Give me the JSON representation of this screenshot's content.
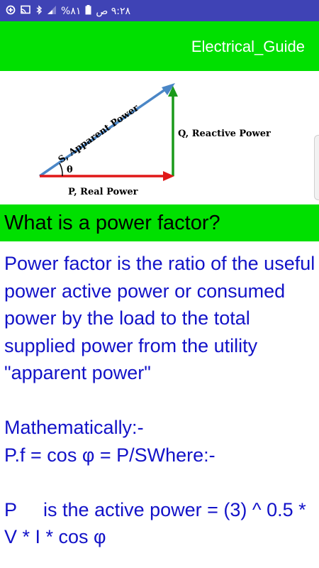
{
  "status_bar": {
    "time": "٩:٢٨ ص",
    "battery": "%٨١",
    "icons": [
      "battery-icon",
      "signal-icon",
      "bluetooth-icon",
      "cast-icon",
      "data-saver-icon"
    ]
  },
  "app_bar": {
    "title": "Electrical_Guide"
  },
  "diagram": {
    "apparent_label": "S, Apparent Power",
    "reactive_label": "Q, Reactive Power",
    "real_label": "P, Real Power",
    "angle_label": "θ",
    "colors": {
      "apparent": "#4a86c6",
      "reactive": "#1a9a1a",
      "real": "#e01818"
    }
  },
  "heading": "What is a power factor?",
  "body": {
    "paragraph": "Power factor is the ratio of the useful power active power or consumed power by the load to the total supplied power from the utility \"apparent power\"",
    "math_title": "Mathematically:-",
    "formula": "P.f = cos φ = P/SWhere:-",
    "p_line": "P     is the active power = (3) ^ 0.5 * V * I * cos φ"
  },
  "colors": {
    "status_bar": "#3f43b5",
    "app_bar": "#00e000",
    "body_text": "#1212c8"
  }
}
